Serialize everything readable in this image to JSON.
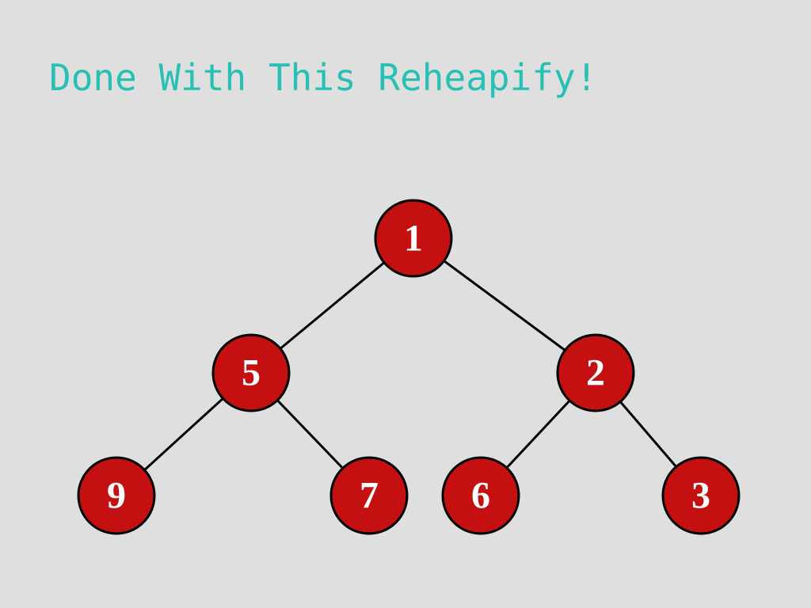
{
  "slide": {
    "title": "Done With This Reheapify!"
  },
  "colors": {
    "background": "#dfdfdf",
    "title": "#26c0b4",
    "node_fill": "#c41010",
    "node_outline": "#000000",
    "node_text": "#ffffff",
    "edge": "#000000"
  },
  "tree": {
    "nodes": [
      {
        "value": "1"
      },
      {
        "value": "5"
      },
      {
        "value": "2"
      },
      {
        "value": "9"
      },
      {
        "value": "7"
      },
      {
        "value": "6"
      },
      {
        "value": "3"
      }
    ]
  }
}
